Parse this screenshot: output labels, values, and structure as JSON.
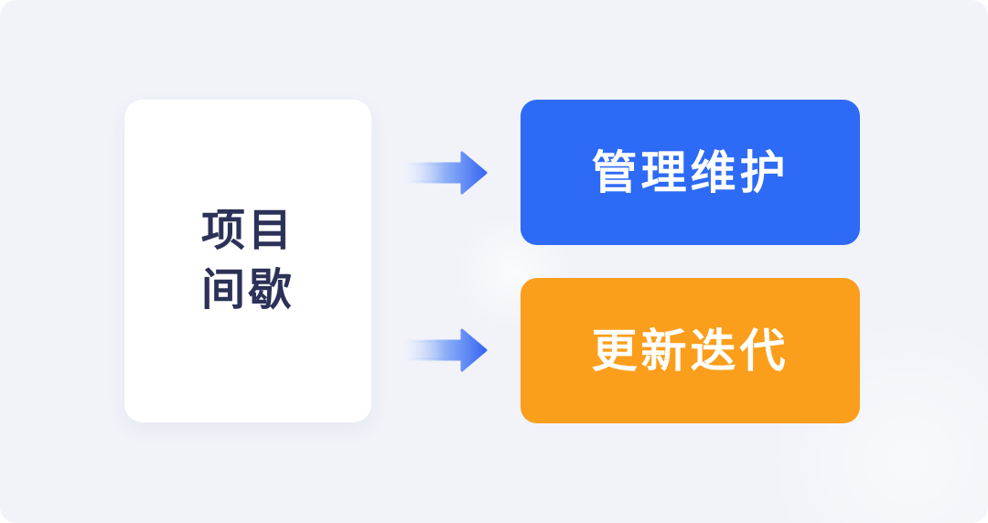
{
  "canvas": {
    "background_color": "#F1F3F9",
    "page_background": "#FFFFFF"
  },
  "diagram": {
    "source": {
      "lines": [
        "项目",
        "间歇"
      ],
      "text_color": "#2B3157",
      "fill": "#FFFFFF"
    },
    "branches": [
      {
        "label": "管理维护",
        "fill": "#2D6AF6",
        "text_color": "#FFFFFF"
      },
      {
        "label": "更新迭代",
        "fill": "#FB9E1B",
        "text_color": "#FFFFFF"
      }
    ],
    "arrow": {
      "direction": "right",
      "gradient_start": "#F0F3FB",
      "gradient_mid": "#8FB1F7",
      "gradient_end": "#3867F2"
    }
  }
}
